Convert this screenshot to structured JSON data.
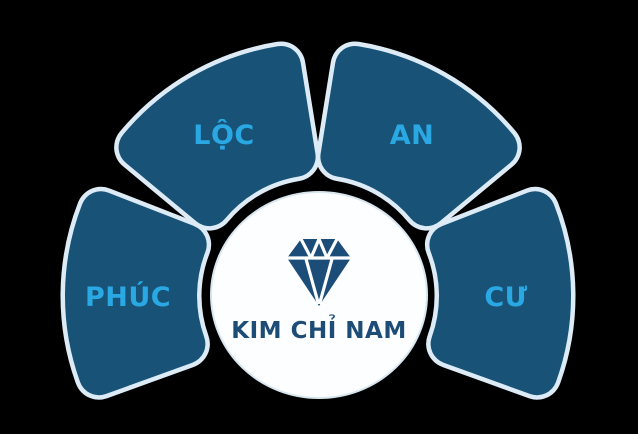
{
  "colors": {
    "background": "#000000",
    "segment_fill": "#185377",
    "segment_border": "#dcebf5",
    "segment_label": "#29a8e4",
    "hub_fill": "#fdfeff",
    "hub_text": "#1d4d77",
    "icon": "#1b4d78"
  },
  "segments": [
    {
      "id": "phuc",
      "label": "PHÚC"
    },
    {
      "id": "loc",
      "label": "LỘC"
    },
    {
      "id": "an",
      "label": "AN"
    },
    {
      "id": "cu",
      "label": "CƯ"
    }
  ],
  "center": {
    "icon": "diamond-icon",
    "label": "KIM CHỈ NAM"
  }
}
